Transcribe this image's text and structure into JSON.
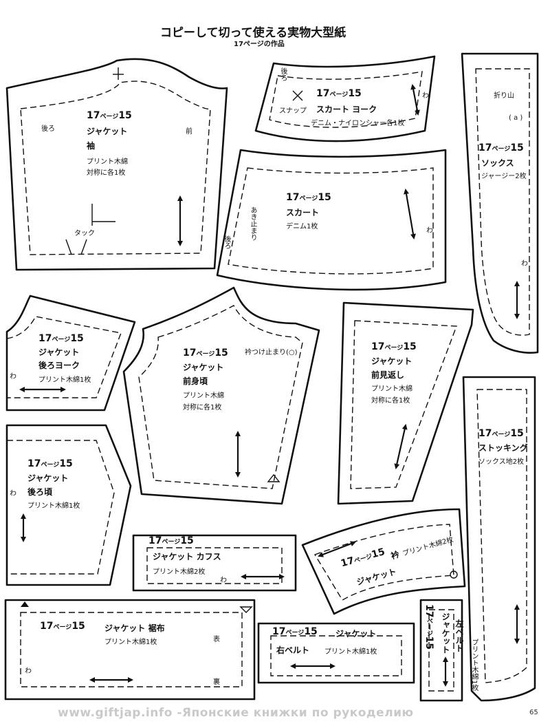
{
  "header": {
    "title": "コピーして切って使える実物大型紙",
    "subtitle": "17ページの作品"
  },
  "pieces": {
    "sleeve": {
      "num": "17",
      "suffix": "ページ",
      "id": "15",
      "garment": "ジャケット",
      "part": "袖",
      "material1": "プリント木綿",
      "material2": "対称に各1枚",
      "back": "後ろ",
      "front": "前",
      "tuck": "タック"
    },
    "skirt_yoke": {
      "num": "17",
      "suffix": "ページ",
      "id": "15",
      "snap": "スナップ",
      "part": "スカート ヨーク",
      "material": "デニム・ナイロンシャー各1枚",
      "back": "後ろ",
      "wa": "わ"
    },
    "socks": {
      "num": "17",
      "suffix": "ページ",
      "id": "15",
      "part": "ソックス",
      "material": "ジャージー2枚",
      "fold": "折り山",
      "a": "( a )",
      "wa": "わ"
    },
    "skirt": {
      "num": "17",
      "suffix": "ページ",
      "id": "15",
      "part": "スカート",
      "material": "デニム1枚",
      "opening": "あき止まり",
      "back": "後ろ",
      "wa": "わ"
    },
    "back_yoke": {
      "num": "17",
      "suffix": "ページ",
      "id": "15",
      "garment": "ジャケット",
      "part": "後ろヨーク",
      "material": "プリント木綿1枚",
      "wa": "わ"
    },
    "front_body": {
      "num": "17",
      "suffix": "ページ",
      "id": "15",
      "garment": "ジャケット",
      "part": "前身頃",
      "material1": "プリント木綿",
      "material2": "対称に各1枚",
      "collar": "衿つけ止まり(○)"
    },
    "facing": {
      "num": "17",
      "suffix": "ページ",
      "id": "15",
      "garment": "ジャケット",
      "part": "前見返し",
      "material1": "プリント木綿",
      "material2": "対称に各1枚"
    },
    "stocking": {
      "num": "17",
      "suffix": "ページ",
      "id": "15",
      "part": "ストッキング",
      "material": "ソックス地2枚"
    },
    "back_body": {
      "num": "17",
      "suffix": "ページ",
      "id": "15",
      "garment": "ジャケット",
      "part": "後ろ頃",
      "material": "プリント木綿1枚",
      "wa": "わ"
    },
    "cuffs": {
      "num": "17",
      "suffix": "ページ",
      "id": "15",
      "part": "ジャケット カフス",
      "material": "プリント木綿2枚",
      "wa": "わ"
    },
    "collar": {
      "num": "17",
      "suffix": "ページ",
      "id": "15",
      "garment": "ジャケット",
      "part": "衿",
      "material": "プリント木綿2枚"
    },
    "band": {
      "num": "17",
      "suffix": "ページ",
      "id": "15",
      "part": "ジャケット 裾布",
      "material": "プリント木綿1枚",
      "front": "表",
      "back": "裏",
      "wa": "わ"
    },
    "right_belt": {
      "num": "17",
      "suffix": "ページ",
      "id": "15",
      "garment": "ジャケット",
      "part": "右ベルト",
      "material": "プリント木綿1枚"
    },
    "left_belt": {
      "num": "17",
      "suffix": "ページ",
      "id": "15",
      "garment": "ジャケット",
      "part": "左ベルト",
      "material": "プリント木綿1枚"
    }
  },
  "footer": {
    "watermark": "www.giftjap.info -Японские книжки по рукоделию",
    "page_number": "65"
  }
}
